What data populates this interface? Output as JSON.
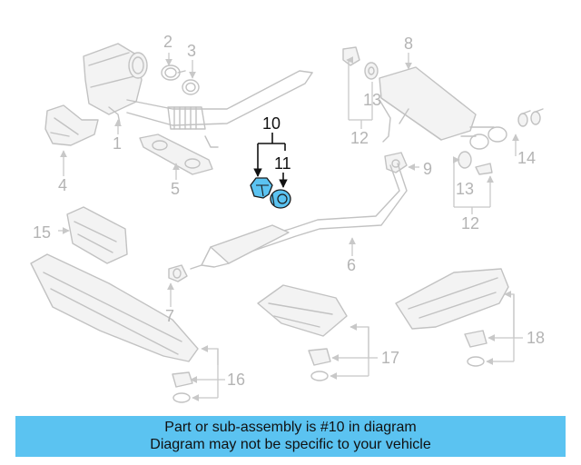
{
  "diagram": {
    "callouts": {
      "c1": "1",
      "c2": "2",
      "c3": "3",
      "c4": "4",
      "c5": "5",
      "c6": "6",
      "c7": "7",
      "c8": "8",
      "c9": "9",
      "c10": "10",
      "c11": "11",
      "c12a": "12",
      "c12b": "12",
      "c13a": "13",
      "c13b": "13",
      "c14": "14",
      "c15": "15",
      "c16": "16",
      "c17": "17",
      "c18": "18"
    },
    "highlighted_parts": [
      "10",
      "11"
    ],
    "colors": {
      "highlight": "#5bc3f1",
      "ghost": "#c2c2c2",
      "banner": "#5bc3f1"
    }
  },
  "banner": {
    "line1": "Part or sub-assembly is #10 in diagram",
    "line2": "Diagram may not be specific to your vehicle"
  }
}
